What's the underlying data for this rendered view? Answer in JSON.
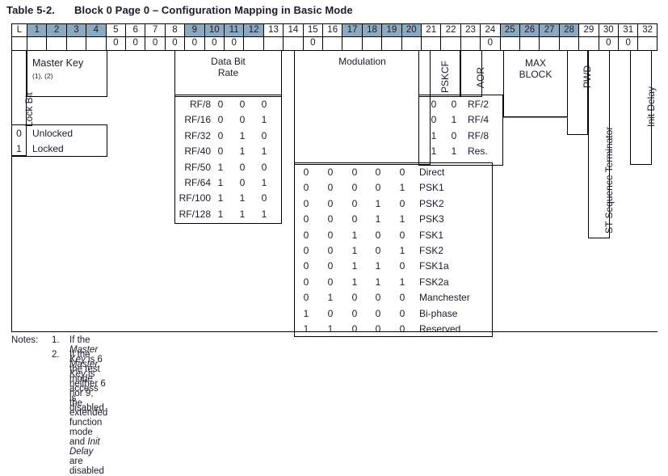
{
  "title": {
    "number": "Table 5-2.",
    "text": "Block 0 Page 0 – Configuration Mapping in Basic Mode"
  },
  "header": {
    "columns": [
      "L",
      "1",
      "2",
      "3",
      "4",
      "5",
      "6",
      "7",
      "8",
      "9",
      "10",
      "11",
      "12",
      "13",
      "14",
      "15",
      "16",
      "17",
      "18",
      "19",
      "20",
      "21",
      "22",
      "23",
      "24",
      "25",
      "26",
      "27",
      "28",
      "29",
      "30",
      "31",
      "32"
    ],
    "shaded_columns": [
      "1",
      "2",
      "3",
      "4",
      "9",
      "10",
      "11",
      "12",
      "17",
      "18",
      "19",
      "20",
      "25",
      "26",
      "27",
      "28"
    ],
    "shade_color": "#8da9c0"
  },
  "zero_row": {
    "zero_label": "0",
    "zero_columns": [
      "5",
      "6",
      "7",
      "8",
      "9",
      "10",
      "11",
      "15",
      "24",
      "30",
      "31"
    ]
  },
  "field_labels": {
    "lock_bit": "Lock Bit",
    "master_key": "Master Key",
    "master_key_notes": "(1), (2)",
    "data_bit_rate_line1": "Data Bit",
    "data_bit_rate_line2": "Rate",
    "modulation": "Modulation",
    "pskcf": "PSKCF",
    "aor": "AOR",
    "max_block_line1": "MAX",
    "max_block_line2": "BLOCK",
    "pwd": "PWD",
    "st_sequence_terminator": "ST Sequence Terminator",
    "init_delay": "Init Delay"
  },
  "lock_bit_table": {
    "rows": [
      {
        "bit": "0",
        "label": "Unlocked"
      },
      {
        "bit": "1",
        "label": "Locked"
      }
    ]
  },
  "data_bit_rate_table": {
    "rows": [
      {
        "name": "RF/8",
        "bits": [
          "0",
          "0",
          "0"
        ]
      },
      {
        "name": "RF/16",
        "bits": [
          "0",
          "0",
          "1"
        ]
      },
      {
        "name": "RF/32",
        "bits": [
          "0",
          "1",
          "0"
        ]
      },
      {
        "name": "RF/40",
        "bits": [
          "0",
          "1",
          "1"
        ]
      },
      {
        "name": "RF/50",
        "bits": [
          "1",
          "0",
          "0"
        ]
      },
      {
        "name": "RF/64",
        "bits": [
          "1",
          "0",
          "1"
        ]
      },
      {
        "name": "RF/100",
        "bits": [
          "1",
          "1",
          "0"
        ]
      },
      {
        "name": "RF/128",
        "bits": [
          "1",
          "1",
          "1"
        ]
      }
    ]
  },
  "pskcf_table": {
    "rows": [
      {
        "bits": [
          "0",
          "0"
        ],
        "name": "RF/2"
      },
      {
        "bits": [
          "0",
          "1"
        ],
        "name": "RF/4"
      },
      {
        "bits": [
          "1",
          "0"
        ],
        "name": "RF/8"
      },
      {
        "bits": [
          "1",
          "1"
        ],
        "name": "Res."
      }
    ]
  },
  "modulation_table": {
    "rows": [
      {
        "bits": [
          "0",
          "0",
          "0",
          "0",
          "0"
        ],
        "name": "Direct"
      },
      {
        "bits": [
          "0",
          "0",
          "0",
          "0",
          "1"
        ],
        "name": "PSK1"
      },
      {
        "bits": [
          "0",
          "0",
          "0",
          "1",
          "0"
        ],
        "name": "PSK2"
      },
      {
        "bits": [
          "0",
          "0",
          "0",
          "1",
          "1"
        ],
        "name": "PSK3"
      },
      {
        "bits": [
          "0",
          "0",
          "1",
          "0",
          "0"
        ],
        "name": "FSK1"
      },
      {
        "bits": [
          "0",
          "0",
          "1",
          "0",
          "1"
        ],
        "name": "FSK2"
      },
      {
        "bits": [
          "0",
          "0",
          "1",
          "1",
          "0"
        ],
        "name": "FSK1a"
      },
      {
        "bits": [
          "0",
          "0",
          "1",
          "1",
          "1"
        ],
        "name": "FSK2a"
      },
      {
        "bits": [
          "0",
          "1",
          "0",
          "0",
          "0"
        ],
        "name": "Manchester"
      },
      {
        "bits": [
          "1",
          "0",
          "0",
          "0",
          "0"
        ],
        "name": "Bi-phase"
      },
      {
        "bits": [
          "1",
          "1",
          "0",
          "0",
          "0"
        ],
        "name": "Reserved"
      }
    ]
  },
  "notes": {
    "label": "Notes:",
    "items": [
      {
        "num": "1.",
        "text_parts": [
          "If the ",
          "Master Key",
          " is 6 the test mode access is disabled"
        ]
      },
      {
        "num": "2.",
        "text_parts": [
          "If the ",
          "Master Key",
          " is neither 6 nor 9, the extended function mode and ",
          "Init Delay",
          " are disabled"
        ]
      }
    ]
  }
}
